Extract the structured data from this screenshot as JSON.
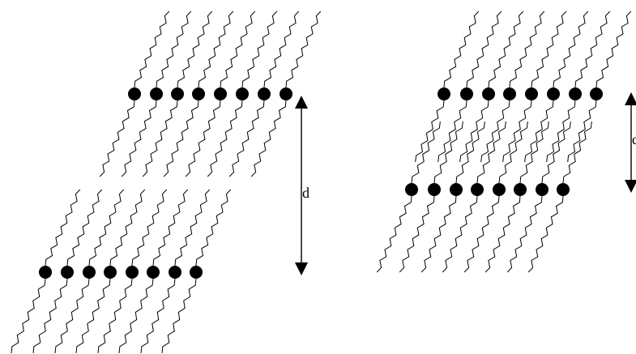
{
  "diagram": {
    "colors": {
      "ink": "#000000",
      "background": "#ffffff"
    },
    "panels": [
      {
        "name": "left-panel",
        "description_elements": {
          "dimension_label": "d"
        }
      },
      {
        "name": "right-panel",
        "description_elements": {
          "dimension_label": "d"
        }
      }
    ]
  }
}
